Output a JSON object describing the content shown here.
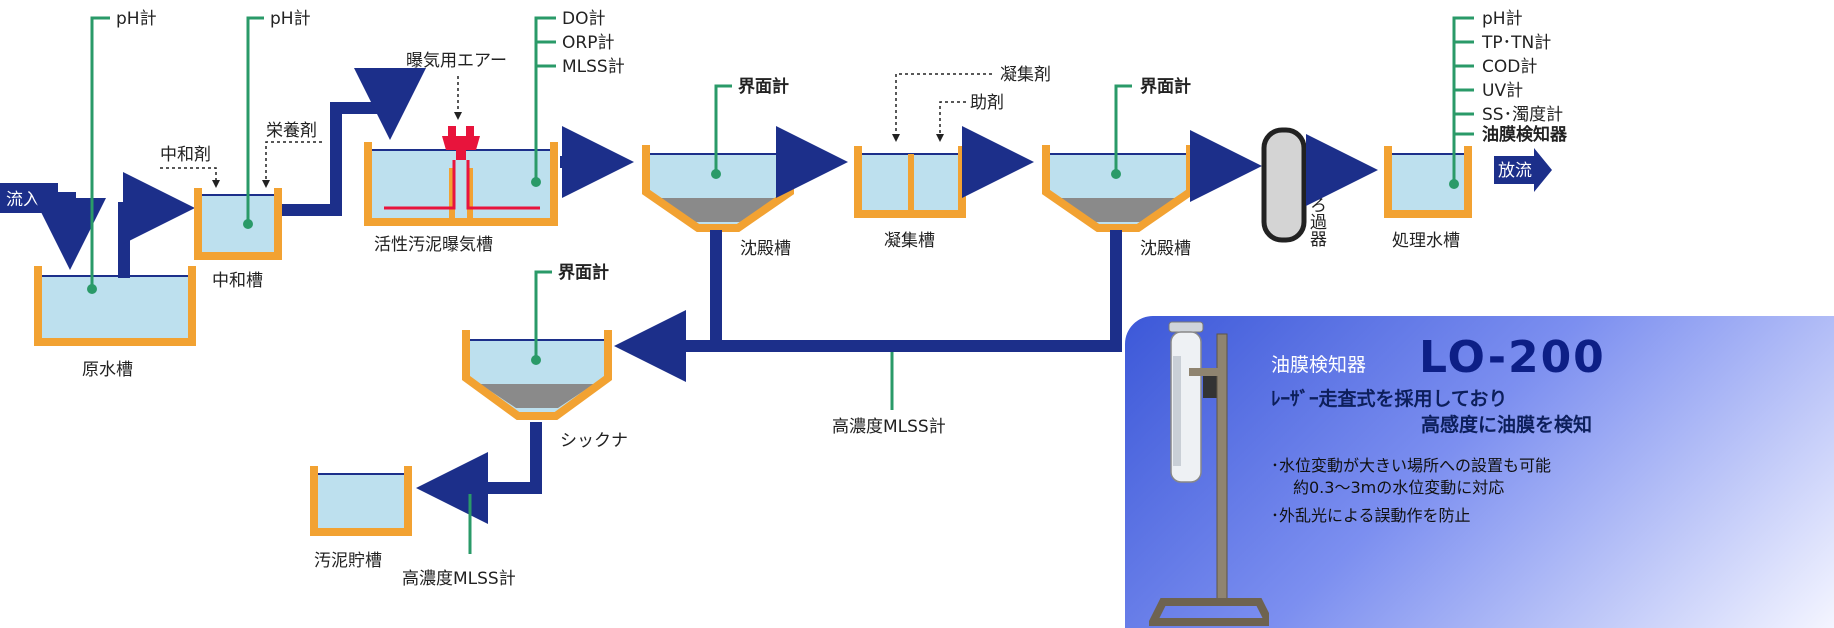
{
  "inflow": {
    "label": "流入"
  },
  "outflow": {
    "label": "放流"
  },
  "tanks": {
    "raw_water": "原水槽",
    "neutralization": "中和槽",
    "aeration": "活性汚泥曝気槽",
    "sedimentation_1": "沈殿槽",
    "coagulation": "凝集槽",
    "sedimentation_2": "沈殿槽",
    "filter": "ろ過器",
    "treated_water": "処理水槽",
    "thickener": "シックナ",
    "sludge_storage": "汚泥貯槽"
  },
  "chemicals": {
    "neutralizer": "中和剤",
    "nutrient": "栄養剤",
    "aeration_air": "曝気用エアー",
    "coagulant": "凝集剤",
    "aid": "助剤"
  },
  "instruments": {
    "raw_ph": "pH計",
    "neutral_ph": "pH計",
    "aeration": [
      "DO計",
      "ORP計",
      "MLSS計"
    ],
    "interface_1": "界面計",
    "interface_2": "界面計",
    "interface_thickener": "界面計",
    "high_mlss_return": "高濃度MLSS計",
    "high_mlss_sludge": "高濃度MLSS計",
    "treated": [
      "pH計",
      "TP･TN計",
      "COD計",
      "UV計",
      "SS･濁度計",
      "油膜検知器"
    ]
  },
  "colors": {
    "pipe": "#1c2f8a",
    "tank_wall": "#f2a232",
    "water": "#bde0ee",
    "sensor_line": "#2a9a68",
    "sludge": "#8a8a8a",
    "diffuser": "#e8143c"
  },
  "promo": {
    "product_type": "油膜検知器",
    "model": "LO-200",
    "headline_1": "ﾚｰｻﾞｰ走査式を採用しており",
    "headline_2": "高感度に油膜を検知",
    "bullet_1": "･水位変動が大きい場所への設置も可能",
    "bullet_1_sub": "約0.3～3mの水位変動に対応",
    "bullet_2": "･外乱光による誤動作を防止"
  }
}
